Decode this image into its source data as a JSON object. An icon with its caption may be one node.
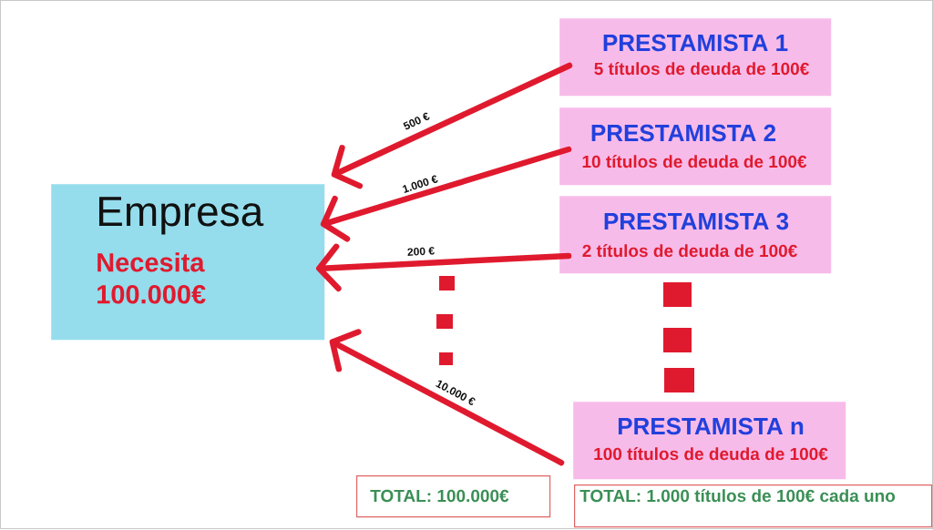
{
  "diagram": {
    "nodes": [
      {
        "text": [
          "Empresa",
          "Necesita 100.000€"
        ]
      },
      {
        "text": [
          "PRESTAMISTA 1",
          "5 títulos de deuda de 100€"
        ]
      },
      {
        "text": [
          "PRESTAMISTA 2",
          "10 títulos de deuda de 100€"
        ]
      },
      {
        "text": [
          "PRESTAMISTA 3",
          "2 títulos de deuda de 100€"
        ]
      },
      {
        "text": [
          "PRESTAMISTA n",
          "100 títulos de deuda de 100€"
        ]
      },
      {
        "text": [
          "TOTAL: 100.000€"
        ]
      },
      {
        "text": [
          "TOTAL: 1.000 títulos de 100€ cada uno"
        ]
      }
    ],
    "edges": [
      {
        "from": 1,
        "to": 0,
        "arrow": "to",
        "label": "500 €"
      },
      {
        "from": 2,
        "to": 0,
        "arrow": "to",
        "label": "1.000 €"
      },
      {
        "from": 3,
        "to": 0,
        "arrow": "to",
        "label": "200 €"
      },
      {
        "from": 4,
        "to": 0,
        "arrow": "to",
        "label": "10.000 €"
      }
    ]
  }
}
